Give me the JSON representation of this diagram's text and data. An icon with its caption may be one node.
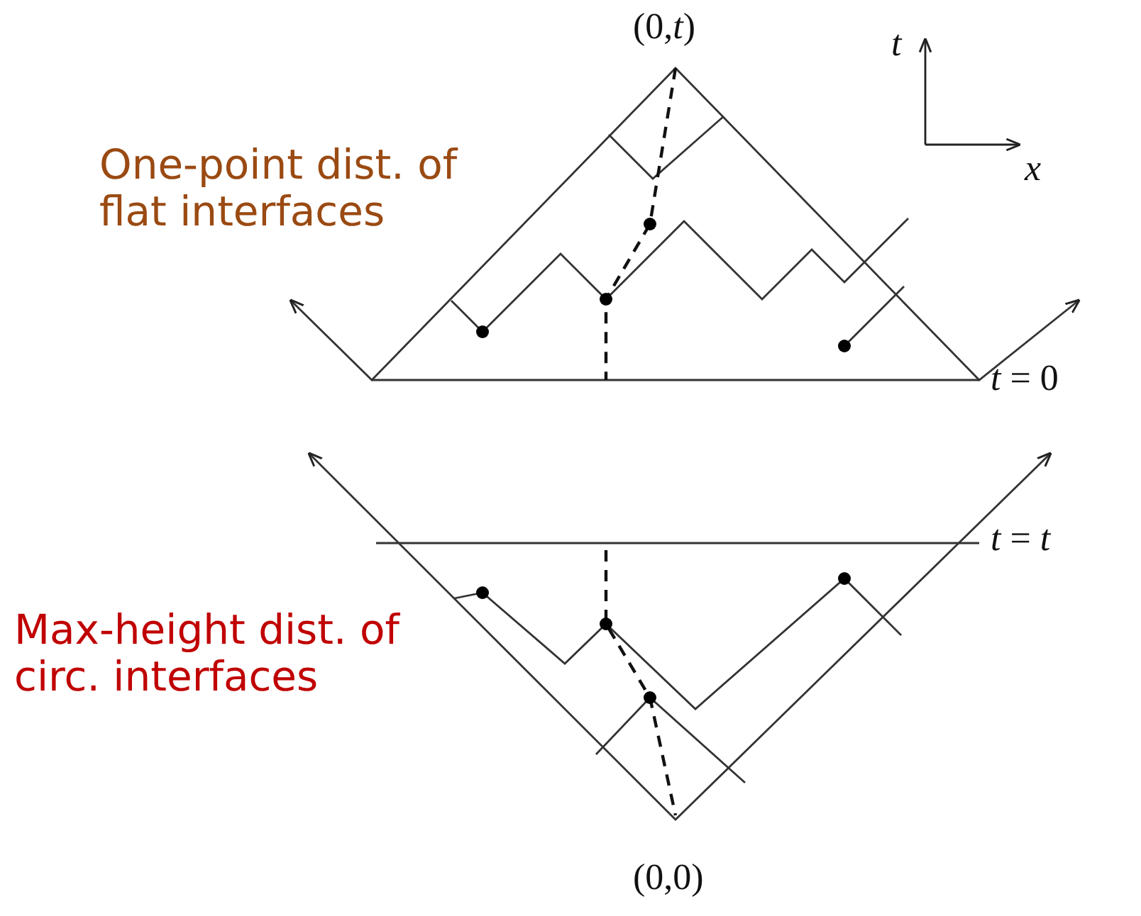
{
  "diagram": {
    "labels": [
      "(0,*t*)",
      "t",
      "x",
      "One-point dist. of flat interfaces",
      "*t* = 0",
      "*t* = *t*",
      "Max-height dist. of circ. interfaces",
      "(0,0)"
    ]
  }
}
